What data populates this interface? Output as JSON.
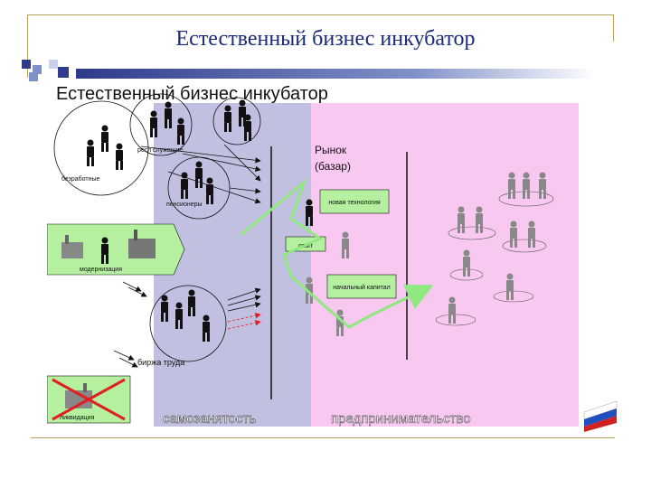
{
  "slide": {
    "title": "Естественный бизнес инкубатор"
  },
  "diagram": {
    "heading": "Естественный бизнес инкубатор",
    "market_label": "Рынок",
    "market_sub": "(базар)",
    "groups": {
      "other": "респ служащие",
      "unemployed": "безработные",
      "pensioners": "пенсионеры",
      "modernization": "модернизация",
      "labor_exchange": "биржа труда",
      "liquidation": "ликвидация"
    },
    "boxes": {
      "new_tech": "новая технология",
      "experience": "опыт",
      "capital": "начальный капитал"
    },
    "bottom": {
      "self_employment": "самозанятость",
      "entrepreneurship": "предпринимательство"
    },
    "colors": {
      "left_zone": "#c2c0e0",
      "market_zone": "#f8c8f0",
      "arrow_green": "#90e880",
      "green_box": "#b4f0a0",
      "cross_red": "#e02020",
      "title_blue": "#1c2a7a"
    }
  }
}
